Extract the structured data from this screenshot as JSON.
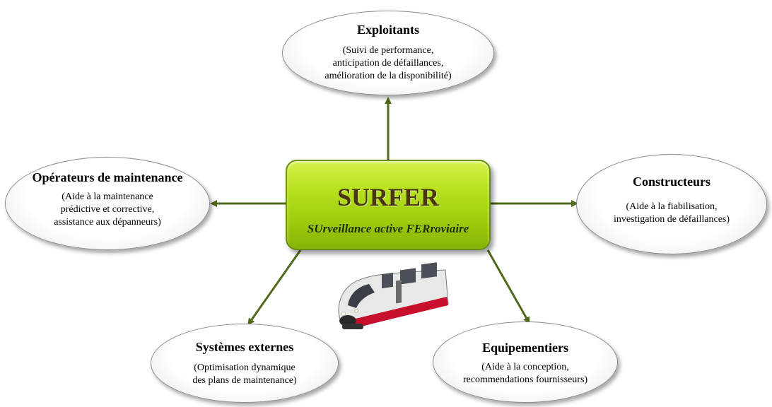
{
  "center": {
    "title": "SURFER",
    "subtitle": "SUrveillance active FERroviaire",
    "fill_color": "#a8d414",
    "border_color": "#6a8f10"
  },
  "connector_color": "#4e6a1a",
  "stakeholders": {
    "exploitants": {
      "title": "Exploitants",
      "lines": [
        "(Suivi de performance,",
        "anticipation de défaillances,",
        "amélioration de la disponibilité)"
      ]
    },
    "operateurs": {
      "title": "Opérateurs de maintenance",
      "lines": [
        "(Aide à la maintenance",
        "prédictive et corrective,",
        "assistance aux dépanneurs)"
      ]
    },
    "constructeurs": {
      "title": "Constructeurs",
      "lines": [
        "(Aide à la fiabilisation,",
        "investigation de défaillances)"
      ]
    },
    "systemes": {
      "title": "Systèmes externes",
      "lines": [
        "(Optimisation dynamique",
        "des plans de maintenance)"
      ]
    },
    "equipementiers": {
      "title": "Equipementiers",
      "lines": [
        "(Aide à la conception,",
        "recommendations fournisseurs)"
      ]
    }
  },
  "train_icon": "train-icon"
}
